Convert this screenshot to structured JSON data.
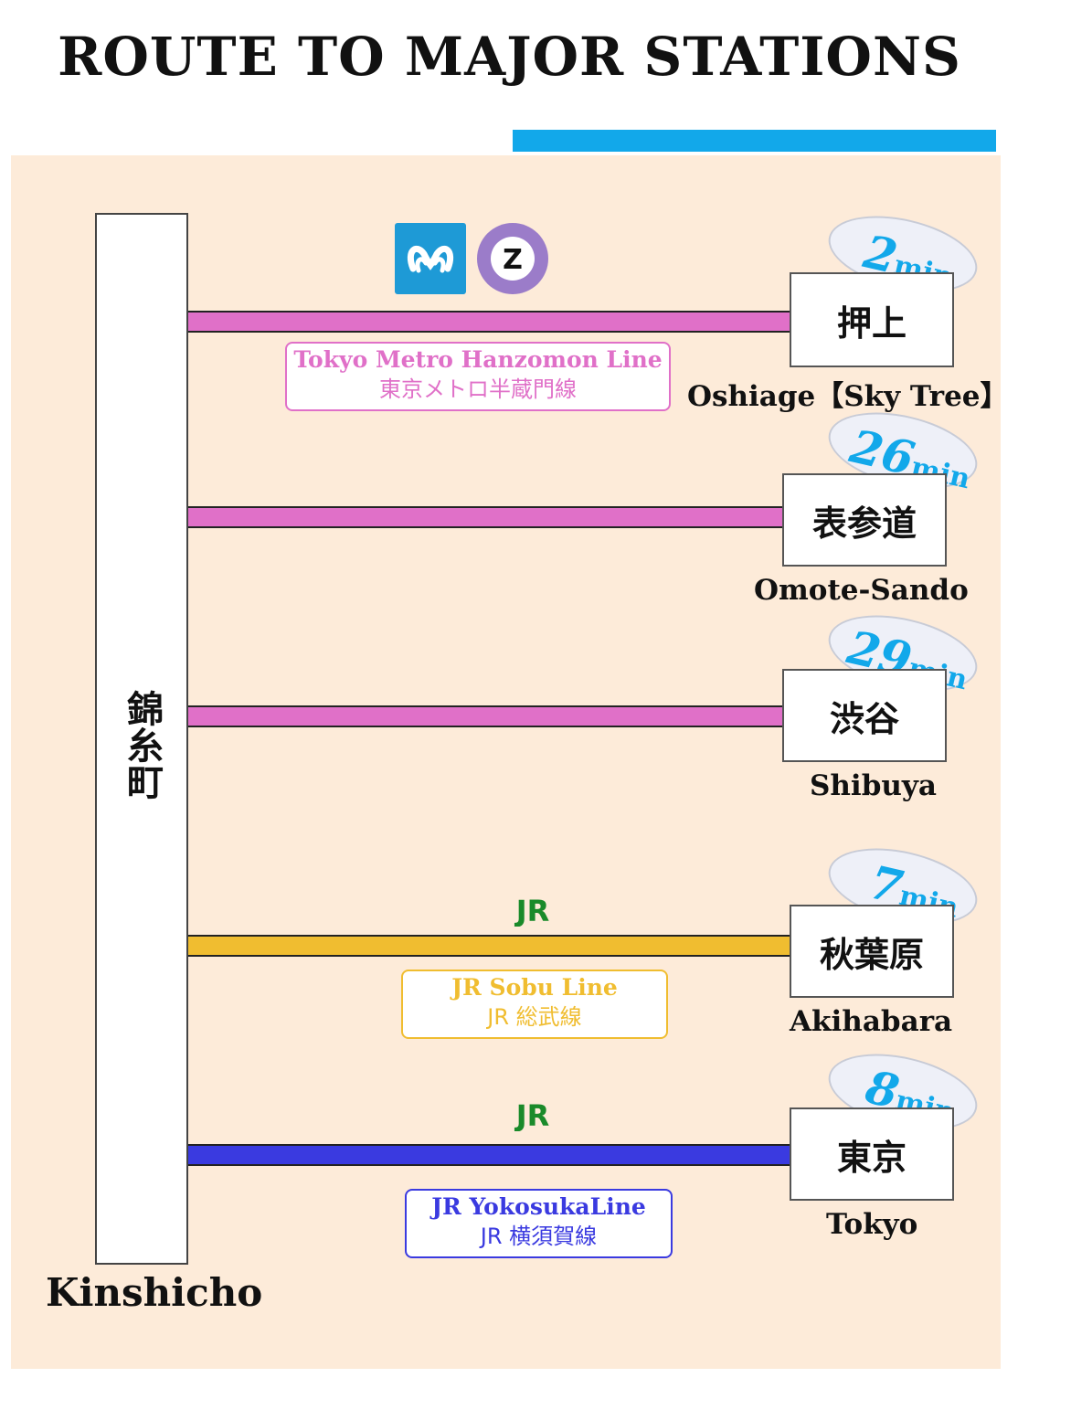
{
  "title": "ROUTE TO MAJOR STATIONS",
  "origin": {
    "name_ja": "錦糸町",
    "name_en": "Kinshicho"
  },
  "colors": {
    "accent": "#12a8ea",
    "panel": "#fdebd9",
    "hanzomon": "#e070c8",
    "sobu": "#f0bd30",
    "yokosuka": "#3a3ae0",
    "jr_green": "#1a8a2a"
  },
  "icons": {
    "metro": "tokyo-metro-logo-icon",
    "hanzomon_z": "hanzomon-z-icon",
    "jr": "jr-logo-icon"
  },
  "lines": [
    {
      "name_en": "Tokyo Metro Hanzomon Line",
      "name_ja": "東京メトロ半蔵門線",
      "color": "#e070c8"
    },
    {
      "name_en": "JR Sobu Line",
      "name_ja": "JR 総武線",
      "color": "#f0bd30"
    },
    {
      "name_en": "JR YokosukaLine",
      "name_ja": "JR 横須賀線",
      "color": "#3a3ae0"
    }
  ],
  "destinations": [
    {
      "name_ja": "押上",
      "name_en": "Oshiage【Sky Tree】",
      "minutes": "2",
      "unit": "min",
      "line": "Tokyo Metro Hanzomon Line"
    },
    {
      "name_ja": "表参道",
      "name_en": "Omote-Sando",
      "minutes": "26",
      "unit": "min",
      "line": "Tokyo Metro Hanzomon Line"
    },
    {
      "name_ja": "渋谷",
      "name_en": "Shibuya",
      "minutes": "29",
      "unit": "min",
      "line": "Tokyo Metro Hanzomon Line"
    },
    {
      "name_ja": "秋葉原",
      "name_en": "Akihabara",
      "minutes": "7",
      "unit": "min",
      "line": "JR Sobu Line"
    },
    {
      "name_ja": "東京",
      "name_en": "Tokyo",
      "minutes": "8",
      "unit": "min",
      "line": "JR YokosukaLine"
    }
  ]
}
